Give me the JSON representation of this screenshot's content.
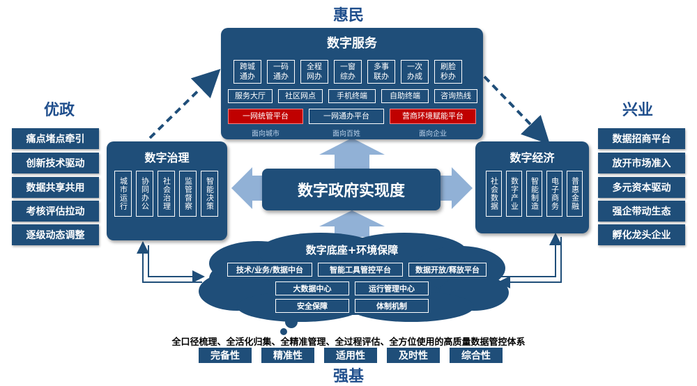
{
  "pillars": {
    "top": "惠民",
    "left": "优政",
    "right": "兴业",
    "bottom": "强基"
  },
  "digital_services": {
    "title": "数字服务",
    "row1": [
      "跨城\n通办",
      "一码\n通办",
      "全程\n网办",
      "一窗\n综办",
      "多事\n联办",
      "一次\n办成",
      "刷脸\n秒办"
    ],
    "row2": [
      "服务大厅",
      "社区网点",
      "手机终端",
      "自助终端",
      "咨询热线"
    ],
    "platforms": [
      "一网统管平台",
      "一网通办平台",
      "营商环境赋能平台"
    ],
    "audiences": [
      "面向城市",
      "面向百姓",
      "面向企业"
    ]
  },
  "digital_governance": {
    "title": "数字治理",
    "items": [
      "城市运行",
      "协同办公",
      "社会治理",
      "监管督察",
      "智能决策"
    ]
  },
  "digital_economy": {
    "title": "数字经济",
    "items": [
      "社会数据",
      "数字产业",
      "智能制造",
      "电子商务",
      "普惠金融"
    ]
  },
  "center": {
    "title": "数字政府实现度"
  },
  "foundation": {
    "title": "数字底座+环境保障",
    "row1": [
      "技术/业务/数据中台",
      "智能工具管控平台",
      "数据开放/释放平台"
    ],
    "row2": [
      "大数据中心",
      "运行管理中心"
    ],
    "row3": [
      "安全保障",
      "体制机制"
    ]
  },
  "left_list": [
    "痛点堵点牵引",
    "创新技术驱动",
    "数据共享共用",
    "考核评估拉动",
    "逐级动态调整"
  ],
  "right_list": [
    "数据招商平台",
    "放开市场准入",
    "多元资本驱动",
    "强企带动生态",
    "孵化龙头企业"
  ],
  "footer": {
    "statement": "全口径梳理、全活化归集、全精准管理、全过程评估、全方位使用的高质量数据管控体系",
    "qualities": [
      "完备性",
      "精准性",
      "适用性",
      "及时性",
      "综合性"
    ]
  },
  "colors": {
    "panel": "#1f4e79",
    "accent_red": "#c00000",
    "arrow": "#7ea3cf",
    "pillar_text": "#1f4e8c"
  }
}
